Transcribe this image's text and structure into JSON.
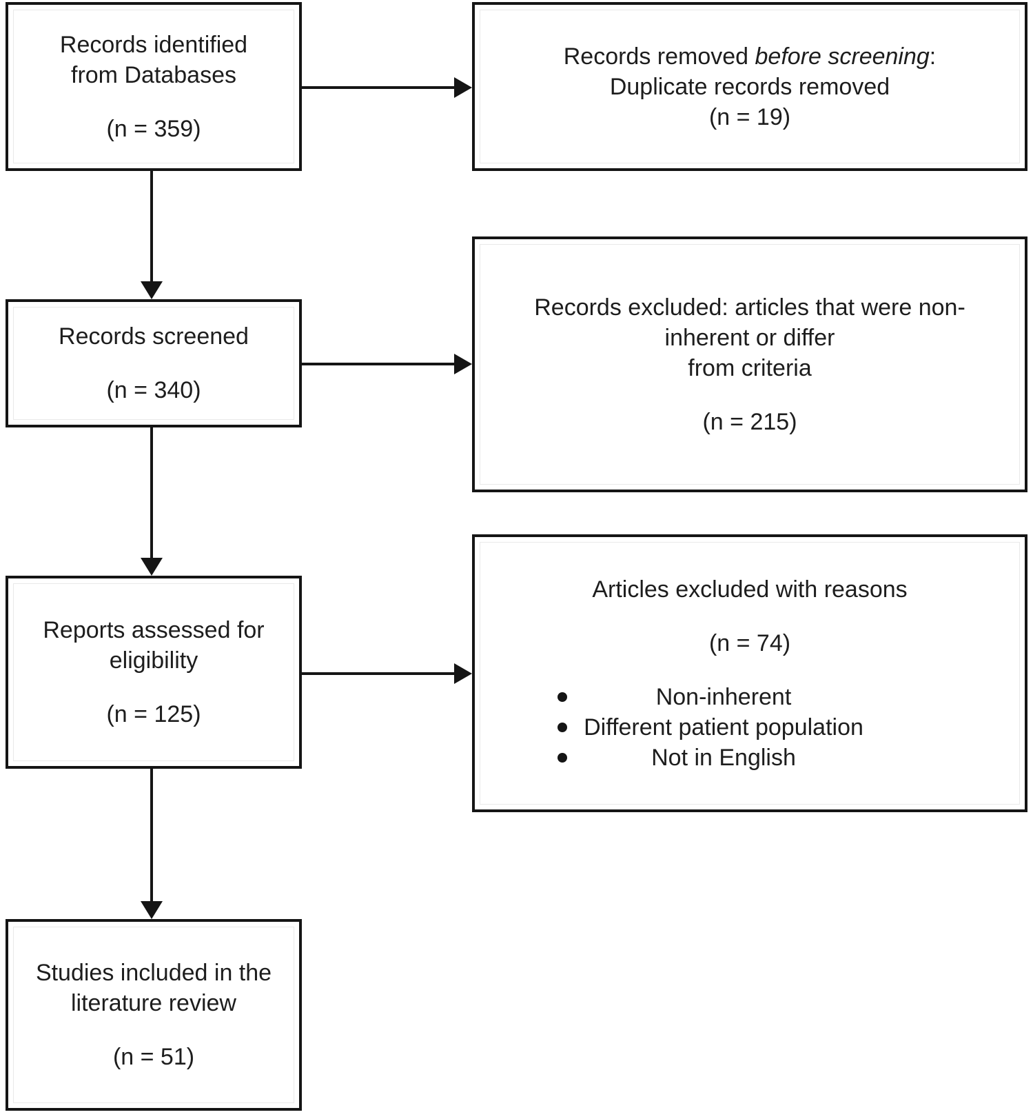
{
  "figure": {
    "type": "flowchart",
    "background": "#ffffff",
    "line_color": "#151515",
    "text_color": "#1d1d1d"
  },
  "flow": {
    "identified": {
      "title": "Records identified\nfrom Databases",
      "count": "(n = 359)"
    },
    "removed": {
      "title_prefix": "Records removed ",
      "title_italic": "before screening",
      "title_suffix": ":",
      "line2": "Duplicate records removed",
      "count": "(n = 19)"
    },
    "screened": {
      "title": "Records screened",
      "count": "(n = 340)"
    },
    "excluded": {
      "title": "Records excluded: articles that were non-\ninherent or differ\nfrom criteria",
      "count": "(n = 215)"
    },
    "assessed": {
      "title": "Reports assessed for\neligibility",
      "count": "(n = 125)"
    },
    "excluded_reasons": {
      "title": "Articles excluded with reasons",
      "count": "(n = 74)",
      "bullets": [
        "Non-inherent",
        "Different patient population",
        "Not in English"
      ]
    },
    "included": {
      "title": "Studies included in the\nliterature review",
      "count": "(n = 51)"
    }
  }
}
